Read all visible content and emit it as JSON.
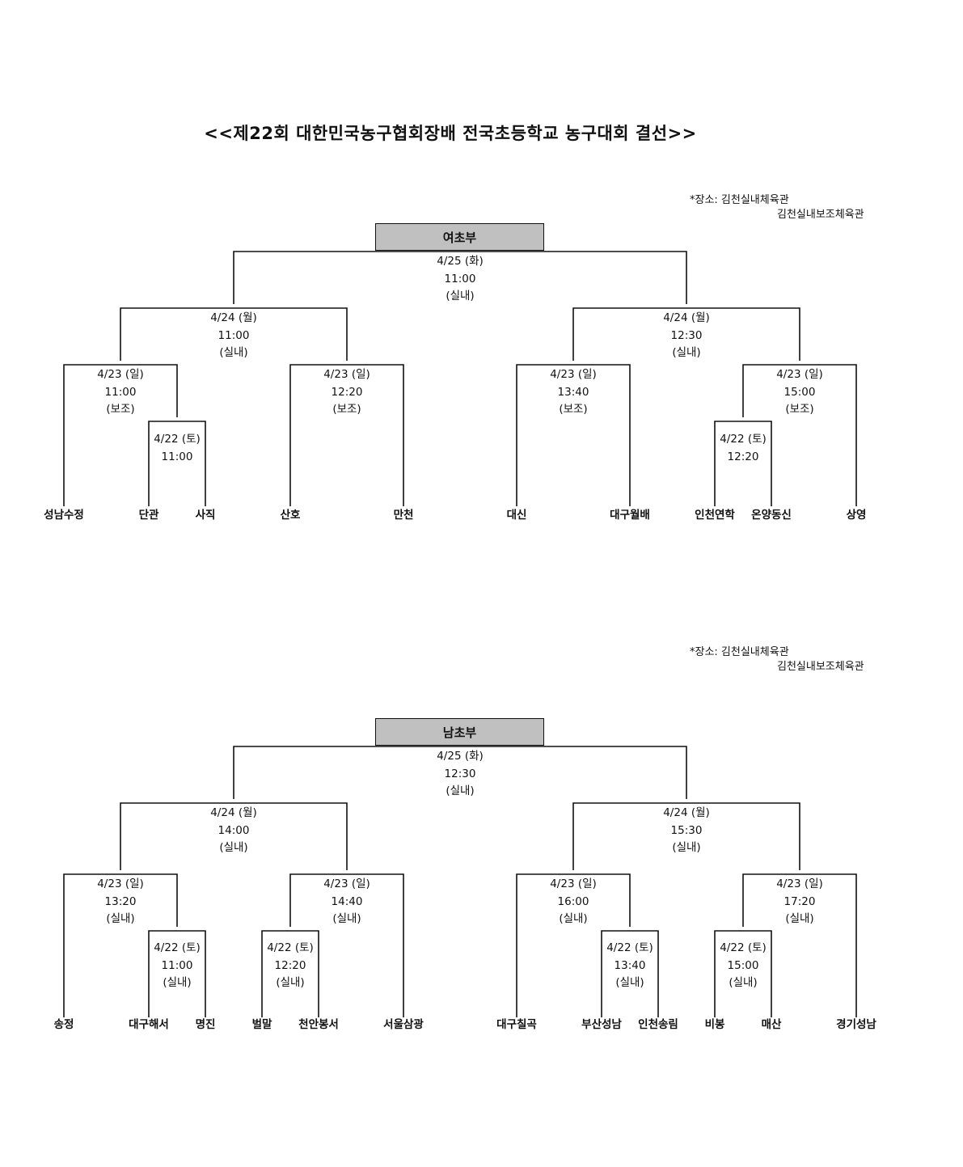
{
  "title": "<<제22회 대한민국농구협회장배 전국초등학교 농구대회 결선>>",
  "venue": {
    "line1": "*장소: 김천실내체육관",
    "line2": "김천실내보조체육관"
  },
  "girls": {
    "division": "여초부",
    "final": {
      "date": "4/25 (화)",
      "time": "11:00",
      "place": "(실내)"
    },
    "semi_left": {
      "date": "4/24 (월)",
      "time": "11:00",
      "place": "(실내)"
    },
    "semi_right": {
      "date": "4/24 (월)",
      "time": "12:30",
      "place": "(실내)"
    },
    "q1": {
      "date": "4/23 (일)",
      "time": "11:00",
      "place": "(보조)"
    },
    "q2": {
      "date": "4/23 (일)",
      "time": "12:20",
      "place": "(보조)"
    },
    "q3": {
      "date": "4/23 (일)",
      "time": "13:40",
      "place": "(보조)"
    },
    "q4": {
      "date": "4/23 (일)",
      "time": "15:00",
      "place": "(보조)"
    },
    "r1": {
      "date": "4/22 (토)",
      "time": "11:00"
    },
    "r2": {
      "date": "4/22 (토)",
      "time": "12:20"
    },
    "teams": [
      "성남수정",
      "단관",
      "사직",
      "산호",
      "만천",
      "대신",
      "대구월배",
      "인천연학",
      "온양동신",
      "상영"
    ]
  },
  "boys": {
    "division": "남초부",
    "final": {
      "date": "4/25 (화)",
      "time": "12:30",
      "place": "(실내)"
    },
    "semi_left": {
      "date": "4/24 (월)",
      "time": "14:00",
      "place": "(실내)"
    },
    "semi_right": {
      "date": "4/24 (월)",
      "time": "15:30",
      "place": "(실내)"
    },
    "q1": {
      "date": "4/23 (일)",
      "time": "13:20",
      "place": "(실내)"
    },
    "q2": {
      "date": "4/23 (일)",
      "time": "14:40",
      "place": "(실내)"
    },
    "q3": {
      "date": "4/23 (일)",
      "time": "16:00",
      "place": "(실내)"
    },
    "q4": {
      "date": "4/23 (일)",
      "time": "17:20",
      "place": "(실내)"
    },
    "r1": {
      "date": "4/22 (토)",
      "time": "11:00",
      "place": "(실내)"
    },
    "r2": {
      "date": "4/22 (토)",
      "time": "12:20",
      "place": "(실내)"
    },
    "r3": {
      "date": "4/22 (토)",
      "time": "13:40",
      "place": "(실내)"
    },
    "r4": {
      "date": "4/22 (토)",
      "time": "15:00",
      "place": "(실내)"
    },
    "teams": [
      "송정",
      "대구해서",
      "명진",
      "벌말",
      "천안봉서",
      "서울삼광",
      "대구칠곡",
      "부산성남",
      "인천송림",
      "비봉",
      "매산",
      "경기성남"
    ]
  }
}
